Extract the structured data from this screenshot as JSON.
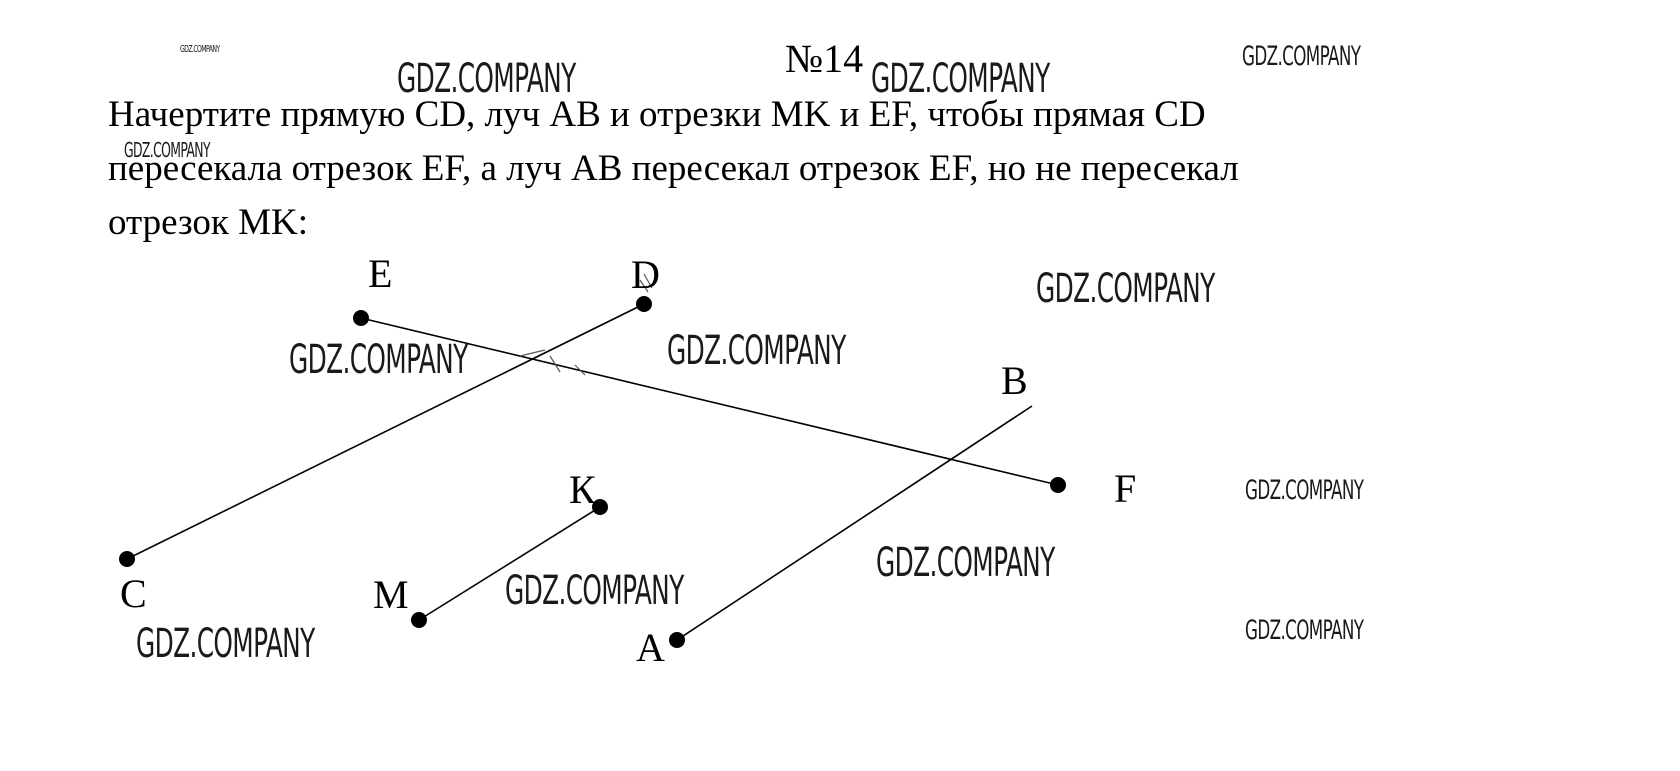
{
  "problem": {
    "number": "№14",
    "lines": [
      "Начертите прямую CD, луч AB и отрезки MK и EF, чтобы прямая CD",
      "пересекала отрезок EF, а луч AB пересекал отрезок EF, но не пересекал",
      "отрезок MK:"
    ]
  },
  "watermark": "GDZ.COMPANY",
  "figure": {
    "labels": [
      "E",
      "D",
      "B",
      "F",
      "К",
      "C",
      "M",
      "A"
    ]
  }
}
